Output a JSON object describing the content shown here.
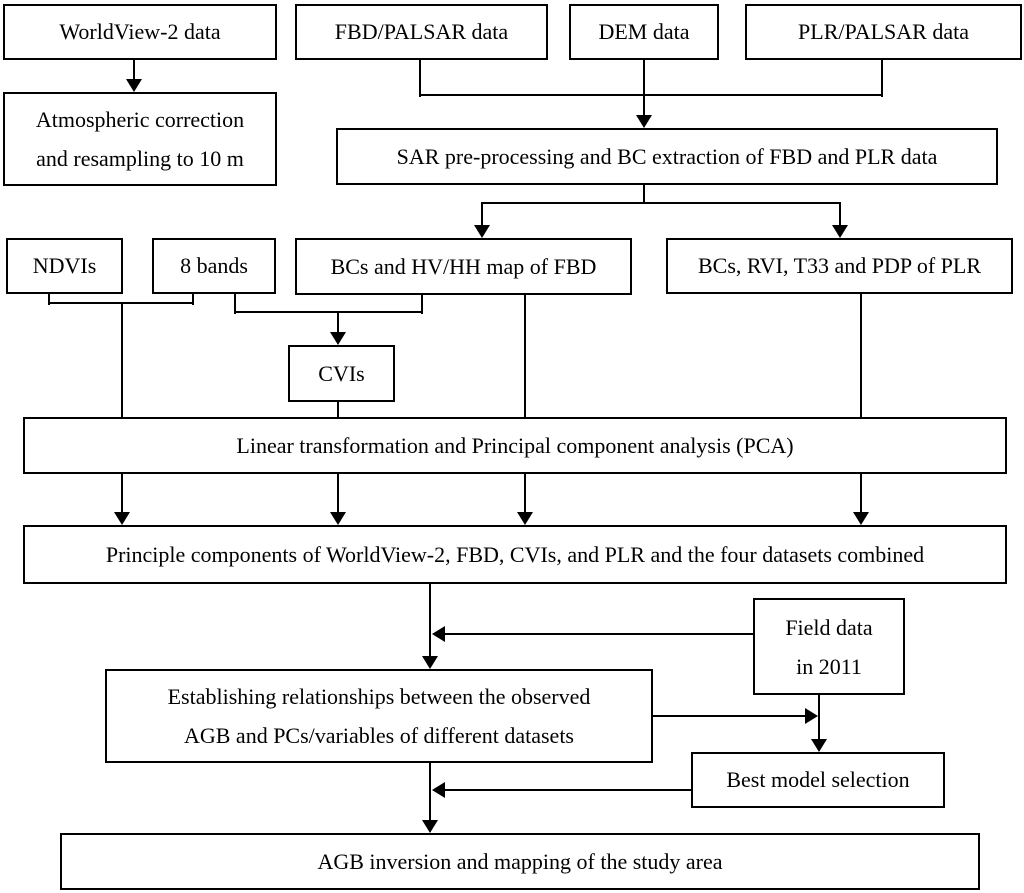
{
  "colors": {
    "line": "#000000",
    "background": "#ffffff",
    "text": "#000000"
  },
  "nodes": {
    "worldview": {
      "label": "WorldView-2 data"
    },
    "fbd_palsar": {
      "label": "FBD/PALSAR data"
    },
    "dem": {
      "label": "DEM data"
    },
    "plr_palsar": {
      "label": "PLR/PALSAR data"
    },
    "atmospheric": {
      "line1": "Atmospheric correction",
      "line2": "and resampling to 10 m"
    },
    "sar_preprocessing": {
      "label": "SAR pre-processing and BC extraction of FBD and PLR data"
    },
    "ndvis": {
      "label": "NDVIs"
    },
    "eight_bands": {
      "label": "8 bands"
    },
    "bcs_fbd": {
      "label": "BCs and HV/HH map of FBD"
    },
    "bcs_plr": {
      "label": "BCs, RVI, T33 and PDP of PLR"
    },
    "cvis": {
      "label": "CVIs"
    },
    "pca": {
      "label": "Linear transformation and Principal component analysis (PCA)"
    },
    "principle_components": {
      "label": "Principle components of WorldView-2, FBD, CVIs, and PLR and the four datasets combined"
    },
    "field_data": {
      "line1": "Field data",
      "line2": "in 2011"
    },
    "establishing": {
      "line1": "Establishing relationships between the observed",
      "line2": "AGB and PCs/variables of different datasets"
    },
    "best_model": {
      "label": "Best model selection"
    },
    "agb_inversion": {
      "label": "AGB inversion and mapping of the study area"
    }
  }
}
